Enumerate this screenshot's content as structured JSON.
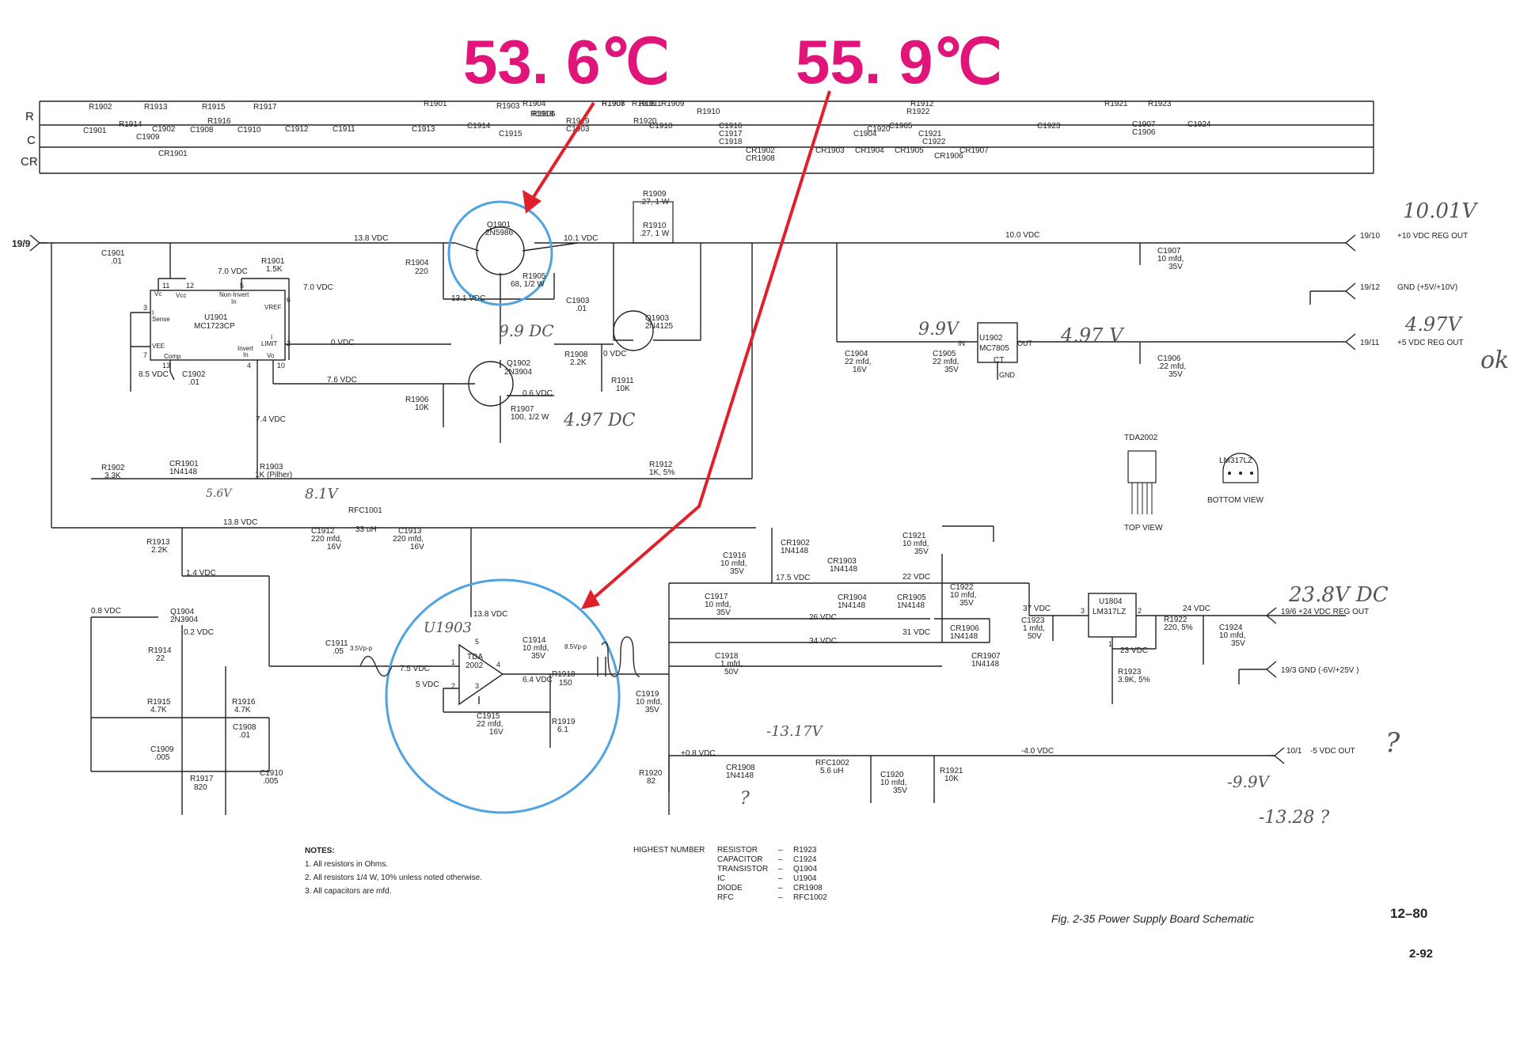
{
  "header": {
    "temp_left": "53. 6℃",
    "temp_right": "55. 9℃"
  },
  "legend_rows": {
    "row_labels": [
      "R",
      "C",
      "CR"
    ],
    "r_refs": [
      "R1902",
      "R1913",
      "R1914",
      "R1915",
      "R1917",
      "R1916",
      "R1901",
      "R1903",
      "R1904",
      "R1906",
      "R1907",
      "R1905",
      "R1918",
      "R1919",
      "R1908",
      "R1911",
      "R1920",
      "R1909",
      "R1910",
      "R1912",
      "R1921",
      "R1923",
      "R1922"
    ],
    "c_refs": [
      "C1901",
      "C1902",
      "C1909",
      "C1908",
      "C1910",
      "C1912",
      "C1911",
      "C1913",
      "C1914",
      "C1915",
      "C1903",
      "C1910",
      "C1916",
      "C1917",
      "C1918",
      "C1904",
      "C1920",
      "C1905",
      "C1921",
      "C1922",
      "C1923",
      "C1907",
      "C1906",
      "C1924"
    ],
    "cr_refs": [
      "CR1901",
      "CR1902",
      "CR1908",
      "CR1903",
      "CR1904",
      "CR1905",
      "CR1906",
      "CR1907"
    ]
  },
  "inputs": {
    "left_in": "19/9",
    "out_10v": "19/10",
    "out_10v_label": "+10 VDC REG OUT",
    "gnd_5_10": "19/12",
    "gnd_5_10_label": "GND (+5V/+10V)",
    "out_5v": "19/11",
    "out_5v_label": "+5 VDC REG OUT",
    "out_24v": "19/6",
    "out_24v_label": "+24 VDC REG OUT",
    "gnd_6_25": "19/3",
    "gnd_6_25_label": "GND (-6V/+25V )",
    "out_neg5": "10/1",
    "out_neg5_label": "-5 VDC OUT"
  },
  "components": {
    "q1901": [
      "Q1901",
      "2N5986"
    ],
    "q1902": [
      "Q1902",
      "2N3904"
    ],
    "q1903": [
      "Q1903",
      "2N4125"
    ],
    "q1904": [
      "Q1904",
      "2N3904"
    ],
    "u1901": [
      "U1901",
      "MC1723CP"
    ],
    "u1902": [
      "U1902",
      "MC7805",
      "CT",
      "GND",
      "IN",
      "OUT"
    ],
    "u1903": [
      "TDA",
      "2002"
    ],
    "u1804": [
      "U1804",
      "LM317LZ"
    ],
    "r1901": [
      "R1901",
      "1.5K"
    ],
    "r1902": [
      "R1902",
      "3.3K"
    ],
    "r1903": [
      "R1903",
      "1K (Pilher)"
    ],
    "r1904": [
      "R1904",
      "220"
    ],
    "r1905": [
      "R1905",
      "68, 1/2 W"
    ],
    "r1906": [
      "R1906",
      "10K"
    ],
    "r1907": [
      "R1907",
      "100, 1/2 W"
    ],
    "r1908": [
      "R1908",
      "2.2K"
    ],
    "r1909": [
      "R1909",
      ".27, 1 W"
    ],
    "r1910": [
      "R1910",
      ".27, 1 W"
    ],
    "r1911": [
      "R1911",
      "10K"
    ],
    "r1912": [
      "R1912",
      "1K, 5%"
    ],
    "r1913": [
      "R1913",
      "2.2K"
    ],
    "r1914": [
      "R1914",
      "22"
    ],
    "r1915": [
      "R1915",
      "4.7K"
    ],
    "r1916": [
      "R1916",
      "4.7K"
    ],
    "r1917": [
      "R1917",
      "820"
    ],
    "r1918": [
      "R1918",
      "150"
    ],
    "r1919": [
      "R1919",
      "6.1"
    ],
    "r1920": [
      "R1920",
      "82"
    ],
    "r1921": [
      "R1921",
      "10K"
    ],
    "r1922": [
      "R1922",
      "220, 5%"
    ],
    "r1923": [
      "R1923",
      "3.9K, 5%"
    ],
    "c1901": [
      "C1901",
      ".01"
    ],
    "c1902": [
      "C1902",
      ".01"
    ],
    "c1903": [
      "C1903",
      ".01"
    ],
    "c1904": [
      "C1904",
      "22 mfd,",
      "16V"
    ],
    "c1905": [
      "C1905",
      "22 mfd,",
      "35V"
    ],
    "c1906": [
      "C1906",
      ".22 mfd,",
      "35V"
    ],
    "c1907": [
      "C1907",
      "10 mfd,",
      "35V"
    ],
    "c1908": [
      "C1908",
      ".01"
    ],
    "c1909": [
      "C1909",
      ".005"
    ],
    "c1910": [
      "C1910",
      ".005"
    ],
    "c1911": [
      "C1911",
      ".05"
    ],
    "c1912": [
      "C1912",
      "220 mfd,",
      "16V"
    ],
    "c1913": [
      "C1913",
      "220 mfd,",
      "16V"
    ],
    "c1914": [
      "C1914",
      "10 mfd,",
      "35V"
    ],
    "c1915": [
      "C1915",
      "22 mfd,",
      "16V"
    ],
    "c1916": [
      "C1916",
      "10 mfd,",
      "35V"
    ],
    "c1917": [
      "C1917",
      "10 mfd,",
      "35V"
    ],
    "c1918": [
      "C1918",
      "1 mfd,",
      "50V"
    ],
    "c1919": [
      "C1919",
      "10 mfd,",
      "35V"
    ],
    "c1920": [
      "C1920",
      "10 mfd,",
      "35V"
    ],
    "c1921": [
      "C1921",
      "10 mfd,",
      "35V"
    ],
    "c1922": [
      "C1922",
      "10 mfd,",
      "35V"
    ],
    "c1923": [
      "C1923",
      "1 mfd,",
      "50V"
    ],
    "c1924": [
      "C1924",
      "10 mfd,",
      "35V"
    ],
    "cr1901": [
      "CR1901",
      "1N4148"
    ],
    "cr1902": [
      "CR1902",
      "1N4148"
    ],
    "cr1903": [
      "CR1903",
      "1N4148"
    ],
    "cr1904": [
      "CR1904",
      "1N4148"
    ],
    "cr1905": [
      "CR1905",
      "1N4148"
    ],
    "cr1906": [
      "CR1906",
      "1N4148"
    ],
    "cr1907": [
      "CR1907",
      "1N4148"
    ],
    "cr1908": [
      "CR1908",
      "1N4148"
    ],
    "rfc1001": [
      "RFC1001",
      "33 uH"
    ],
    "rfc1002": [
      "RFC1002",
      "5.6 uH"
    ]
  },
  "voltages": {
    "v13_8_top": "13.8 VDC",
    "v10_1": "10.1 VDC",
    "v10_0": "10.0 VDC",
    "v13_1": "13.1 VDC",
    "v7_0": "7.0 VDC",
    "v7_0b": "7.0 VDC",
    "v0": "0 VDC",
    "v0b": "0 VDC",
    "v8_5": "8.5 VDC",
    "v7_6": "7.6 VDC",
    "v7_4": "7.4 VDC",
    "v0_6": "0.6 VDC",
    "v13_8_mid": "13.8 VDC",
    "v1_4": "1.4 VDC",
    "v0_8": "0.8 VDC",
    "v0_2": "0.2 VDC",
    "v13_8_amp": "13.8 VDC",
    "v7_5": "7.5 VDC",
    "v5": "5 VDC",
    "v6_4": "6.4 VDC",
    "v17_5": "17.5 VDC",
    "v22": "22 VDC",
    "v26": "26 VDC",
    "v31": "31 VDC",
    "v34": "34 VDC",
    "v37": "37 VDC",
    "v24": "24 VDC",
    "v23": "23 VDC",
    "vp0_8": "+0.8 VDC",
    "vm4_0": "-4.0 VDC"
  },
  "pin_labels": {
    "vc": "Vc",
    "vcc": "Vcc",
    "noninv": "Non-Invert",
    "noninv2": "In",
    "vref": "VREF",
    "isense": "I",
    "sense": "Sense",
    "vee": "VEE",
    "comp": "Comp",
    "invert": "Invert",
    "invert2": "In",
    "ilimit": "I",
    "limit": "LIMIT",
    "vo": "Vo",
    "p11": "11",
    "p12": "12",
    "p5": "5",
    "p6": "6",
    "p3": "3",
    "p2": "2",
    "p7": "7",
    "p13": "13",
    "p4": "4",
    "p10": "10",
    "a1": "1",
    "a2": "2",
    "a3": "3",
    "a4": "4",
    "a5": "5",
    "lm3": "3",
    "lm2": "2",
    "lm1": "1"
  },
  "packages": {
    "tda_title": "TDA2002",
    "tda_view": "TOP VIEW",
    "lm_title": "LM317LZ",
    "lm_view": "BOTTOM VIEW"
  },
  "handwritten": {
    "h_10_01": "10.01V",
    "h_9_9": "9.9V",
    "h_4_97a": "4.97 V",
    "h_4_97b": "4.97V",
    "h_ok": "ok",
    "h_9_9dc": "9.9 DC",
    "h_4_97dc": "4.97 DC",
    "h_5_6": "5.6V",
    "h_8_1": "8.1V",
    "h_u1903": "U1903",
    "h_23_8": "23.8V DC",
    "h_m13_17": "-13.17V",
    "h_m9_9": "-9.9V",
    "h_m13_28": "-13.28 ?",
    "h_q1": "?",
    "h_q2": "?",
    "h_vpp1": "3.5Vp-p",
    "h_vpp2": "8.5Vp-p"
  },
  "notes": {
    "title": "NOTES:",
    "n1": "1.  All resistors in Ohms.",
    "n2": "2.  All resistors 1/4 W, 10% unless noted otherwise.",
    "n3": "3.  All capacitors are mfd."
  },
  "highest_number": {
    "label": "HIGHEST NUMBER",
    "rows": [
      [
        "RESISTOR",
        "–",
        "R1923"
      ],
      [
        "CAPACITOR",
        "–",
        "C1924"
      ],
      [
        "TRANSISTOR",
        "–",
        "Q1904"
      ],
      [
        "IC",
        "–",
        "U1904"
      ],
      [
        "DIODE",
        "–",
        "CR1908"
      ],
      [
        "RFC",
        "–",
        "RFC1002"
      ]
    ]
  },
  "footer": {
    "caption": "Fig. 2-35 Power Supply Board Schematic",
    "date": "12–80",
    "page": "2-92"
  },
  "colors": {
    "annotation_pink": "#e0157a",
    "arrow_red": "#e0202a",
    "circle_blue": "#4fa3e0",
    "ink": "#222222"
  }
}
